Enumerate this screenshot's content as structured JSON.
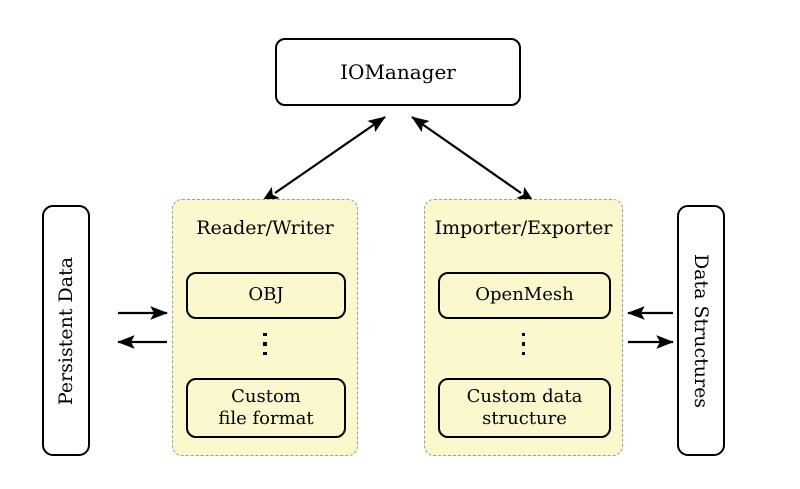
{
  "diagram": {
    "title_node": "IOManager",
    "left_store": "Persistent Data",
    "right_store": "Data Structures",
    "colors": {
      "panel_fill": "#fbf8cd",
      "panel_border": "#9b9b9b",
      "box_border": "#000000",
      "background": "#ffffff"
    },
    "panels": [
      {
        "label": "Reader/Writer",
        "items": [
          {
            "label": "OBJ"
          },
          {
            "label": "Custom file format",
            "lines": [
              "Custom",
              "file format"
            ]
          }
        ],
        "ellipsis": "⋮"
      },
      {
        "label": "Importer/Exporter",
        "items": [
          {
            "label": "OpenMesh"
          },
          {
            "label": "Custom data structure",
            "lines": [
              "Custom data",
              "structure"
            ]
          }
        ],
        "ellipsis": "⋮"
      }
    ],
    "items": {
      "obj": "OBJ",
      "custom_file_line1": "Custom",
      "custom_file_line2": "file format",
      "openmesh": "OpenMesh",
      "custom_struct_line1": "Custom data",
      "custom_struct_line2": "structure"
    },
    "connections": [
      {
        "from": "Reader/Writer",
        "to": "IOManager",
        "style": "double-arrow-diagonal"
      },
      {
        "from": "Importer/Exporter",
        "to": "IOManager",
        "style": "double-arrow-diagonal"
      },
      {
        "from": "Persistent Data",
        "to": "Reader/Writer",
        "style": "arrow-right"
      },
      {
        "from": "Reader/Writer",
        "to": "Persistent Data",
        "style": "arrow-left"
      },
      {
        "from": "Data Structures",
        "to": "Importer/Exporter",
        "style": "arrow-left"
      },
      {
        "from": "Importer/Exporter",
        "to": "Data Structures",
        "style": "arrow-right"
      }
    ]
  }
}
